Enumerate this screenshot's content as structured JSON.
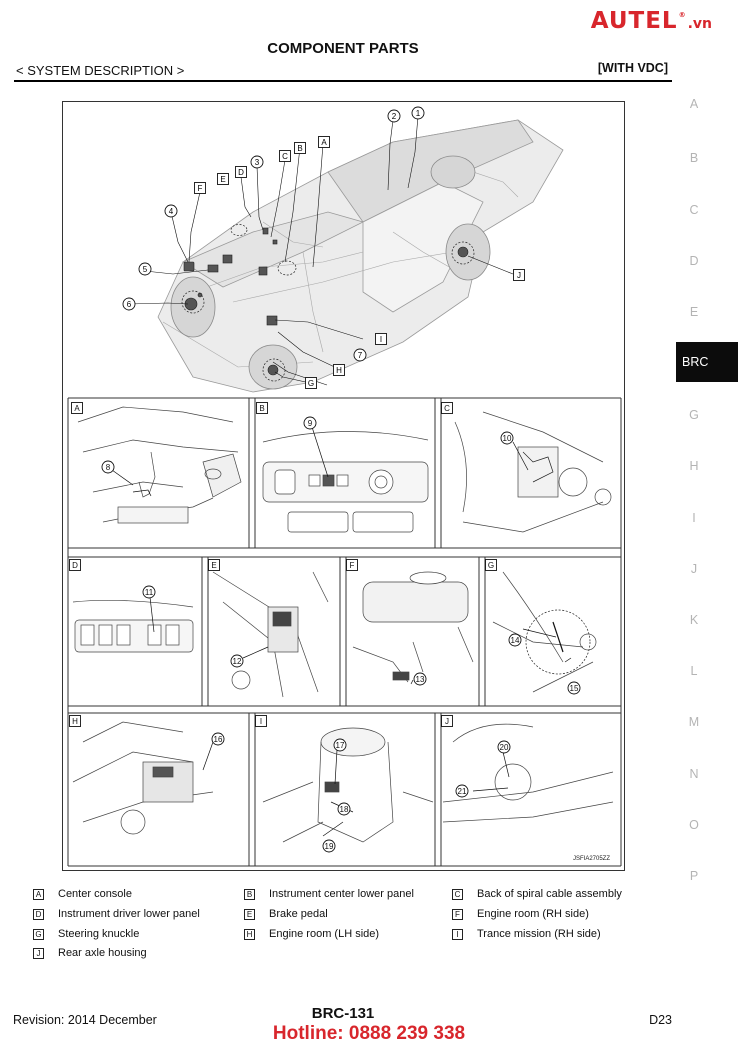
{
  "brand": {
    "name": "AUTEL",
    "mark": "®",
    "domain": ".vn"
  },
  "header": {
    "title": "COMPONENT PARTS",
    "section": "< SYSTEM DESCRIPTION >",
    "variant": "[WITH VDC]"
  },
  "side_nav": {
    "letters": [
      "A",
      "B",
      "C",
      "D",
      "E",
      "BRC",
      "G",
      "H",
      "I",
      "J",
      "K",
      "L",
      "M",
      "N",
      "O",
      "P"
    ],
    "active": "BRC"
  },
  "figure": {
    "code": "JSFIA2705ZZ",
    "main_letters": [
      "A",
      "B",
      "C",
      "D",
      "E",
      "F",
      "G",
      "H",
      "I",
      "J"
    ],
    "main_numbers": [
      "1",
      "2",
      "3",
      "4",
      "5",
      "6",
      "7"
    ],
    "panels": [
      {
        "letter": "A",
        "numbers": [
          "8"
        ]
      },
      {
        "letter": "B",
        "numbers": [
          "9"
        ]
      },
      {
        "letter": "C",
        "numbers": [
          "10"
        ]
      },
      {
        "letter": "D",
        "numbers": [
          "11"
        ]
      },
      {
        "letter": "E",
        "numbers": [
          "12"
        ]
      },
      {
        "letter": "F",
        "numbers": [
          "13"
        ]
      },
      {
        "letter": "G",
        "numbers": [
          "14",
          "15"
        ]
      },
      {
        "letter": "H",
        "numbers": [
          "16"
        ]
      },
      {
        "letter": "I",
        "numbers": [
          "17",
          "18",
          "19"
        ]
      },
      {
        "letter": "J",
        "numbers": [
          "20",
          "21"
        ]
      }
    ]
  },
  "legend": [
    {
      "key": "A",
      "text": "Center console"
    },
    {
      "key": "B",
      "text": "Instrument center lower panel"
    },
    {
      "key": "C",
      "text": "Back of spiral cable assembly"
    },
    {
      "key": "D",
      "text": "Instrument driver lower panel"
    },
    {
      "key": "E",
      "text": "Brake pedal"
    },
    {
      "key": "F",
      "text": "Engine room (RH side)"
    },
    {
      "key": "G",
      "text": "Steering knuckle"
    },
    {
      "key": "H",
      "text": "Engine room (LH side)"
    },
    {
      "key": "I",
      "text": "Trance mission (RH side)"
    },
    {
      "key": "J",
      "text": "Rear axle housing"
    }
  ],
  "footer": {
    "revision": "Revision: 2014 December",
    "page": "BRC-131",
    "code": "D23",
    "hotline": "Hotline: 0888 239 338"
  }
}
